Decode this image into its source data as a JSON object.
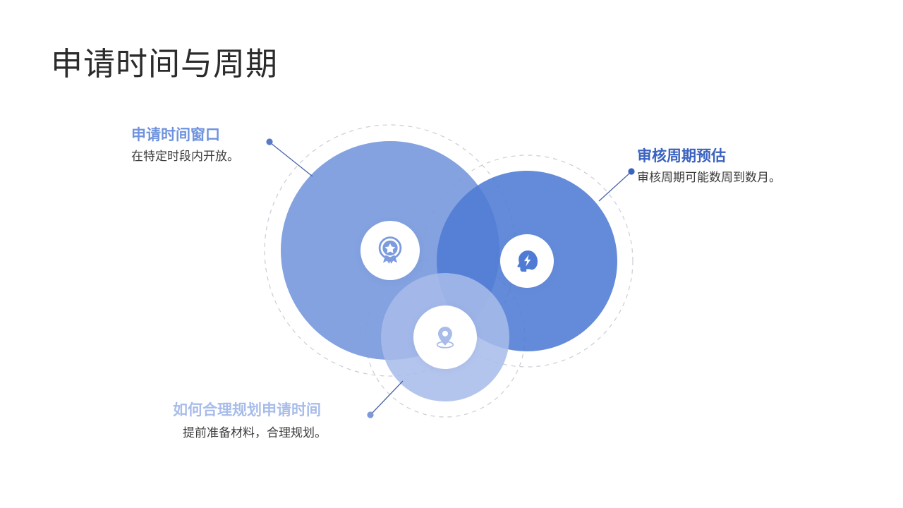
{
  "slide": {
    "title": "申请时间与周期",
    "background_color": "#ffffff"
  },
  "palette": {
    "circle_window": "#7B9BDE",
    "circle_review": "#4F7BD4",
    "circle_plan": "#A8BCEA",
    "dashed_ring": "#c9cdd6",
    "connector_line": "#4a62a8",
    "title_color": "#2b2b2b",
    "body_text": "#3c3c3c"
  },
  "callouts": [
    {
      "key": "window",
      "heading": "申请时间窗口",
      "body": "在特定时段内开放。",
      "heading_color": "#6f93de",
      "icon": "award-badge-icon",
      "circle_color": "#7B9BDE"
    },
    {
      "key": "review",
      "heading": "审核周期预估",
      "body": "审核周期可能数周到数月。",
      "heading_color": "#3a62c0",
      "icon": "head-lightning-icon",
      "circle_color": "#4F7BD4"
    },
    {
      "key": "plan",
      "heading": "如何合理规划申请时间",
      "body": "提前准备材料，合理规划。",
      "heading_color": "#a8bcea",
      "icon": "map-pin-icon",
      "circle_color": "#A8BCEA"
    }
  ]
}
